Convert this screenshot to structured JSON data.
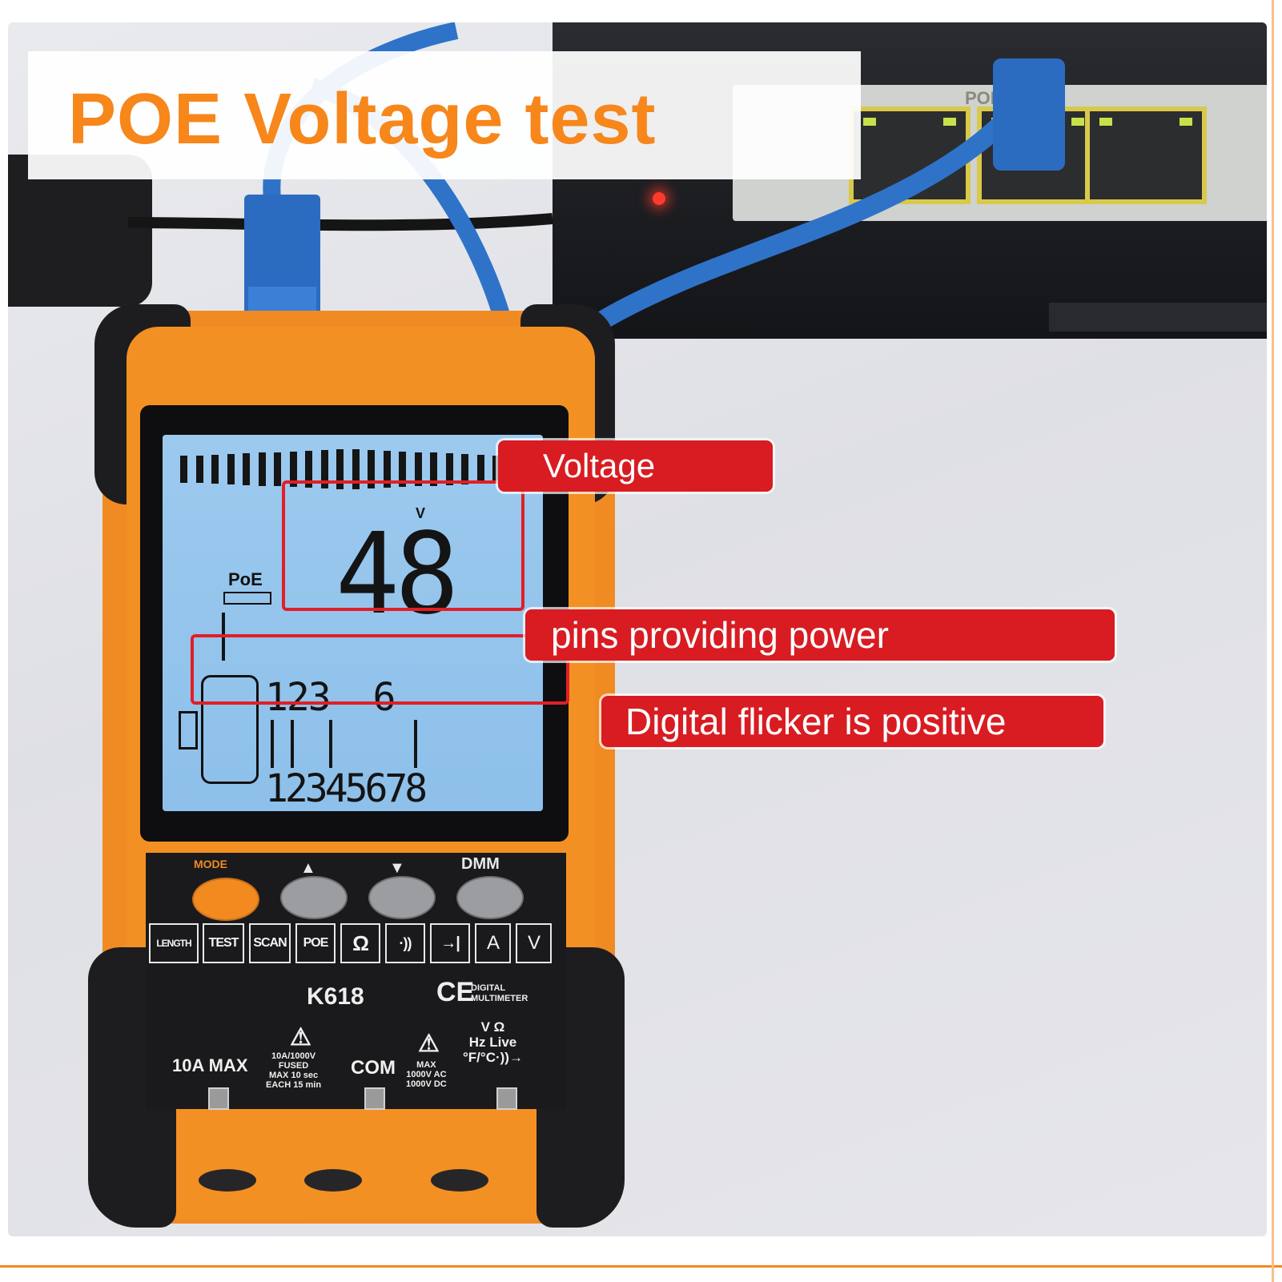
{
  "headline": "POE Voltage test",
  "switch": {
    "port_label": "POE"
  },
  "meter": {
    "lcd": {
      "unit": "V",
      "reading": "48",
      "poe_label": "PoE",
      "top_pins": "123  6",
      "bottom_pins": "12345678"
    },
    "mode_label": "MODE",
    "dmm_label": "DMM",
    "keys": [
      "LENGTH",
      "TEST",
      "SCAN",
      "POE",
      "Ω",
      "·))",
      "→|",
      "A",
      "V"
    ],
    "model": "K618",
    "ce_mark": "CE",
    "ce_caption": "DIGITAL\nMULTIMETER",
    "jacks": {
      "left_label": "10A MAX",
      "fuse_text": "10A/1000V\nFUSED\nMAX 10 sec\nEACH 15 min",
      "com_label": "COM",
      "max_text": "MAX\n1000V AC\n1000V DC",
      "right_label": "V Ω\nHz Live\n°F/°C·))→"
    }
  },
  "callouts": {
    "voltage": "Voltage",
    "pins": "pins providing power",
    "flicker": "Digital flicker is positive"
  },
  "colors": {
    "headline": "#f7861b",
    "callout": "#d81c22",
    "device": "#f39023",
    "lcd": "#9cc9ee"
  }
}
